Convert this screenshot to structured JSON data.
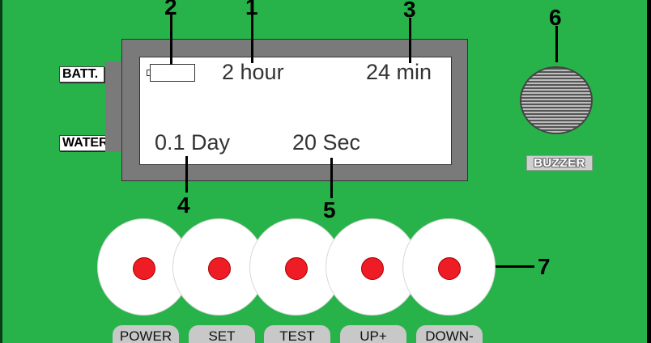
{
  "labels": {
    "batt": "BATT.",
    "water": "WATER"
  },
  "display": {
    "hours": "2 hour",
    "minutes": "24 min",
    "days": "0.1 Day",
    "seconds": "20 Sec"
  },
  "buzzer_label": "BUZZER",
  "callouts": [
    "2",
    "1",
    "3",
    "4",
    "5",
    "6",
    "7"
  ],
  "buttons": [
    "POWER",
    "SET",
    "TEST",
    "UP+",
    "DOWN-"
  ],
  "colors": {
    "panel": "#27b34a",
    "button_dot": "#ee1c25",
    "lcd": "#ffffff",
    "frame": "#7a7a7a"
  }
}
